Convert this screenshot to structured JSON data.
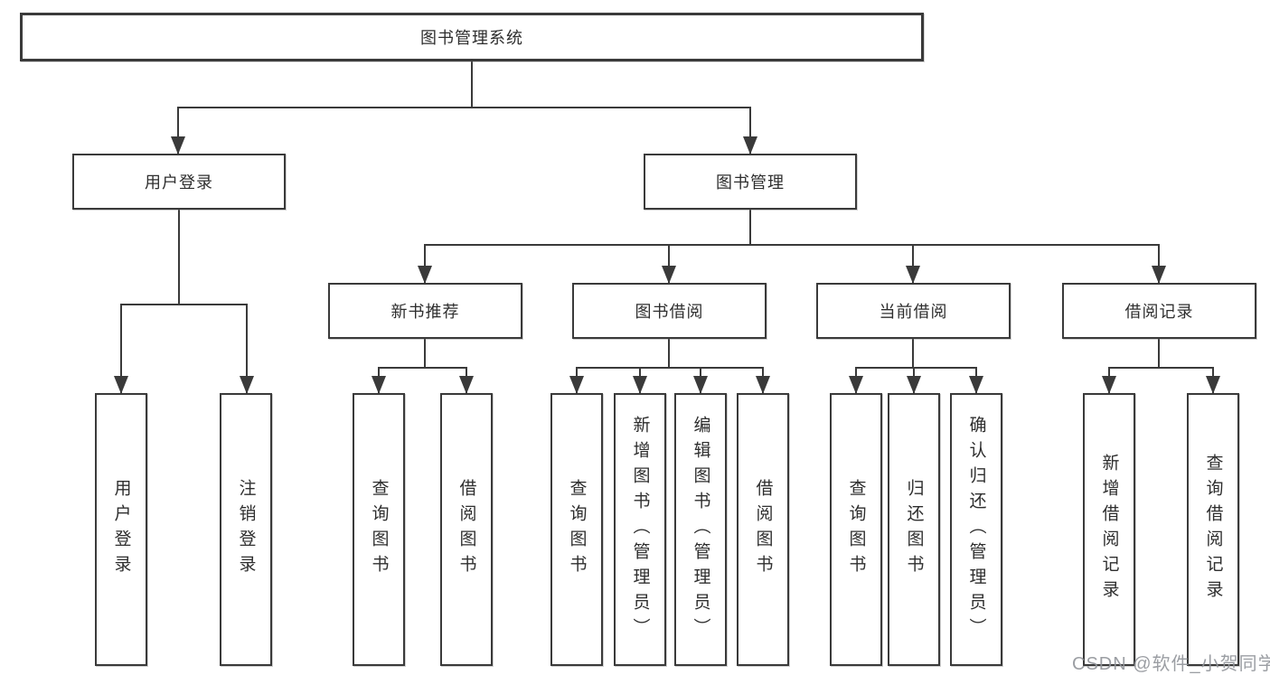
{
  "diagram": {
    "tree": {
      "root": "图书管理系统",
      "user_section": {
        "label": "用户登录",
        "children": [
          {
            "label": "用户登录"
          },
          {
            "label": "注销登录"
          }
        ]
      },
      "management_section": {
        "label": "图书管理",
        "groups": [
          {
            "label": "新书推荐",
            "children": [
              {
                "label": "查询图书"
              },
              {
                "label": "借阅图书"
              }
            ]
          },
          {
            "label": "图书借阅",
            "children": [
              {
                "label": "查询图书"
              },
              {
                "label": "新增图书（管理员）"
              },
              {
                "label": "编辑图书（管理员）"
              },
              {
                "label": "借阅图书"
              }
            ]
          },
          {
            "label": "当前借阅",
            "children": [
              {
                "label": "查询图书"
              },
              {
                "label": "归还图书"
              },
              {
                "label": "确认归还（管理员）"
              }
            ]
          },
          {
            "label": "借阅记录",
            "children": [
              {
                "label": "新增借阅记录"
              },
              {
                "label": "查询借阅记录"
              }
            ]
          }
        ]
      }
    },
    "watermark": "CSDN @软件_小贺同学",
    "colors": {
      "line": "#3a3a3a",
      "box_border": "#3a3a3a",
      "text": "#2e2e2e",
      "watermark": "#93969b",
      "background": "#ffffff"
    }
  }
}
